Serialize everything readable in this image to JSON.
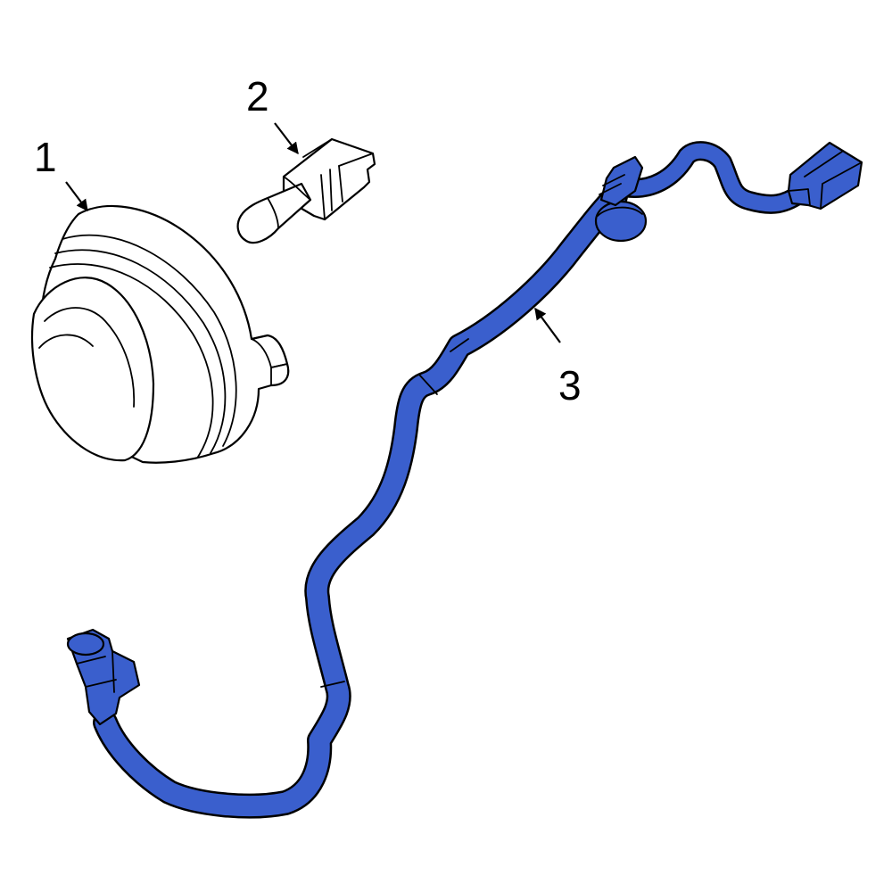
{
  "callouts": [
    {
      "id": "1",
      "label": "1"
    },
    {
      "id": "2",
      "label": "2"
    },
    {
      "id": "3",
      "label": "3"
    }
  ],
  "colors": {
    "harness": "#3a5fcd",
    "outline": "#000000",
    "background": "#ffffff"
  }
}
